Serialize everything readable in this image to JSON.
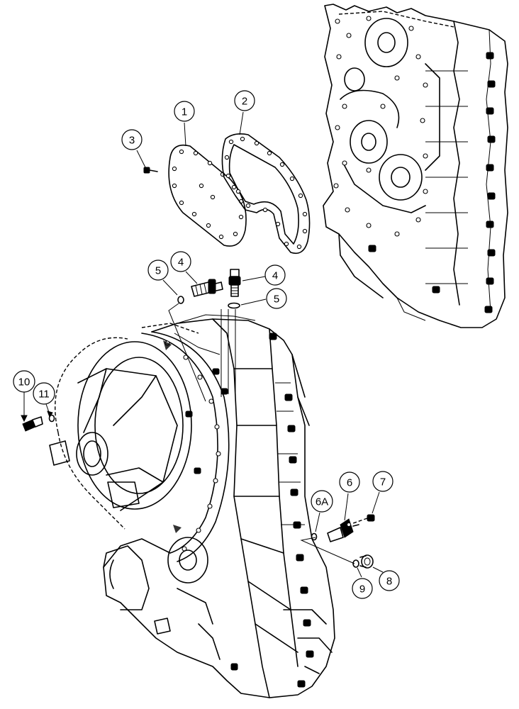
{
  "callouts": [
    {
      "id": "c1",
      "label": "1"
    },
    {
      "id": "c2",
      "label": "2"
    },
    {
      "id": "c3",
      "label": "3"
    },
    {
      "id": "c4a",
      "label": "4"
    },
    {
      "id": "c4b",
      "label": "4"
    },
    {
      "id": "c5a",
      "label": "5"
    },
    {
      "id": "c5b",
      "label": "5"
    },
    {
      "id": "c6",
      "label": "6"
    },
    {
      "id": "c6a",
      "label": "6A"
    },
    {
      "id": "c7",
      "label": "7"
    },
    {
      "id": "c8",
      "label": "8"
    },
    {
      "id": "c9",
      "label": "9"
    },
    {
      "id": "c10",
      "label": "10"
    },
    {
      "id": "c11",
      "label": "11"
    }
  ]
}
